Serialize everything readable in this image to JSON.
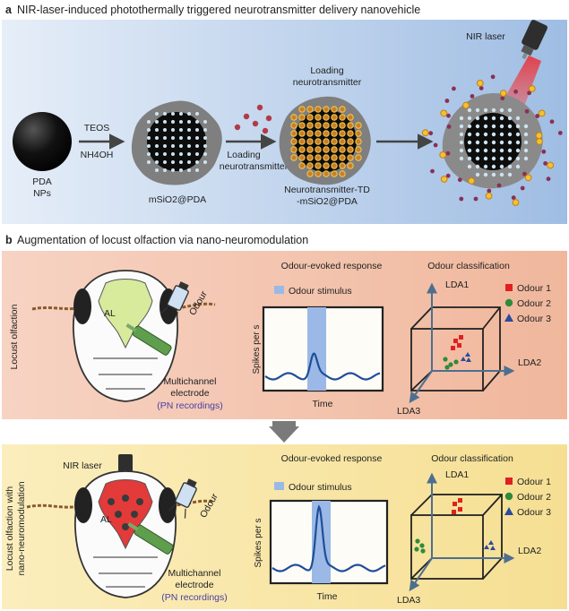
{
  "panel_a": {
    "letter": "a",
    "title": "NIR-laser-induced photothermally triggered neurotransmitter delivery nanovehicle",
    "pda_label_1": "PDA",
    "pda_label_2": "NPs",
    "arrow1_top": "TEOS",
    "arrow1_bottom": "NH4OH",
    "msio2_label": "mSiO2@PDA",
    "arrow2_label_1": "Loading",
    "arrow2_label_2": "neurotransmitter",
    "loading_top_1": "Loading",
    "loading_top_2": "neurotransmitter",
    "loaded_label_1": "Neurotransmitter-TD",
    "loaded_label_2": "-mSiO2@PDA",
    "nir_laser": "NIR laser"
  },
  "panel_b": {
    "letter": "b",
    "title": "Augmentation of locust olfaction via nano-neuromodulation",
    "top_row": {
      "side_label": "Locust olfaction",
      "al_label": "AL",
      "odour_label": "Odour",
      "electrode_1": "Multichannel",
      "electrode_2": "electrode",
      "pn": "(PN recordings)",
      "response_title": "Odour-evoked response",
      "stimulus_legend": "Odour stimulus",
      "ylabel": "Spikes per s",
      "xlabel": "Time",
      "class_title": "Odour classification",
      "lda1": "LDA1",
      "lda2": "LDA2",
      "lda3": "LDA3",
      "legend": [
        "Odour 1",
        "Odour 2",
        "Odour 3"
      ]
    },
    "bottom_row": {
      "side_label_1": "Locust olfaction with",
      "side_label_2": "nano-neuromodulation",
      "nir_laser": "NIR laser",
      "al_label": "AL",
      "odour_label": "Odour",
      "electrode_1": "Multichannel",
      "electrode_2": "electrode",
      "pn": "(PN recordings)",
      "response_title": "Odour-evoked response",
      "stimulus_legend": "Odour stimulus",
      "ylabel": "Spikes per s",
      "xlabel": "Time",
      "class_title": "Odour classification",
      "lda1": "LDA1",
      "lda2": "LDA2",
      "lda3": "LDA3",
      "legend": [
        "Odour 1",
        "Odour 2",
        "Odour 3"
      ]
    }
  },
  "colors": {
    "odour1": "#e02020",
    "odour2": "#2e8b3a",
    "odour3": "#2b4aa0",
    "stimulus": "#9bb8e6",
    "trace": "#1f4e9a"
  }
}
